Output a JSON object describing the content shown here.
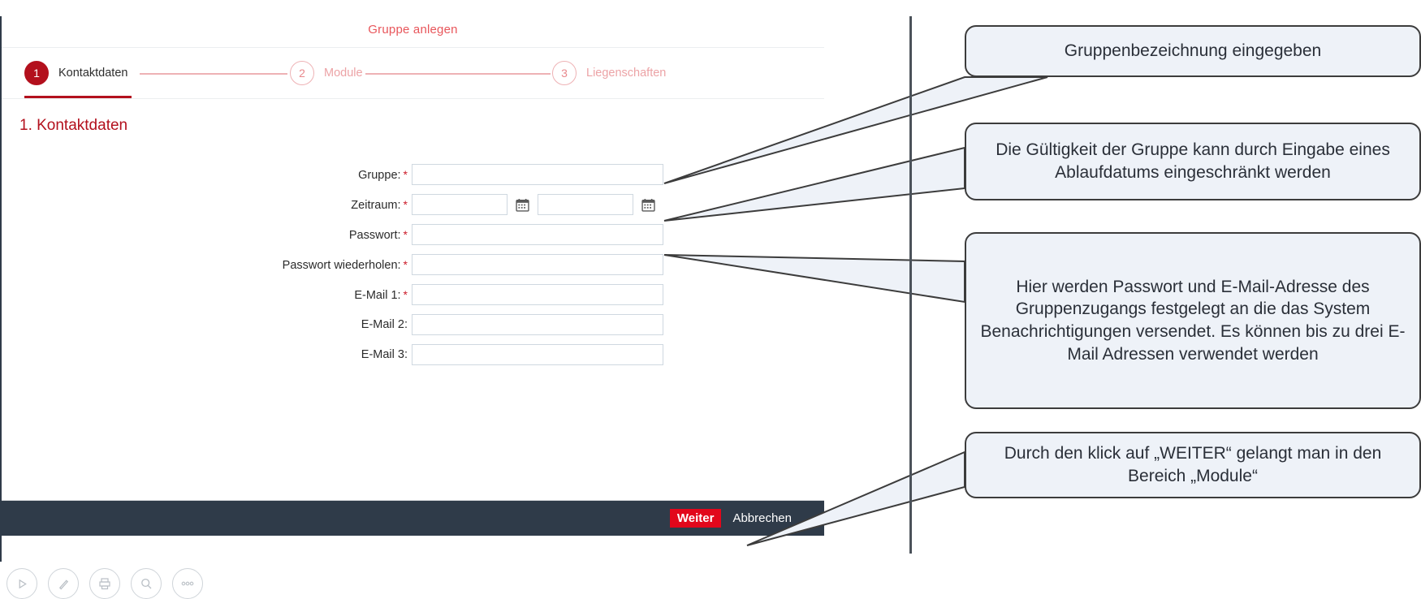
{
  "app": {
    "title": "Gruppe anlegen",
    "stepper": [
      {
        "num": "1",
        "label": "Kontaktdaten",
        "state": "active"
      },
      {
        "num": "2",
        "label": "Module",
        "state": "idle"
      },
      {
        "num": "3",
        "label": "Liegenschaften",
        "state": "idle"
      }
    ],
    "section_heading": "1. Kontaktdaten",
    "fields": [
      {
        "label": "Gruppe:",
        "required": true,
        "value": "",
        "type": "text"
      },
      {
        "label": "Zeitraum:",
        "required": true,
        "value": "",
        "value2": "",
        "type": "daterange"
      },
      {
        "label": "Passwort:",
        "required": true,
        "value": "",
        "type": "text"
      },
      {
        "label": "Passwort wiederholen:",
        "required": true,
        "value": "",
        "type": "text"
      },
      {
        "label": "E-Mail 1:",
        "required": true,
        "value": "",
        "type": "text"
      },
      {
        "label": "E-Mail 2:",
        "required": false,
        "value": "",
        "type": "text"
      },
      {
        "label": "E-Mail 3:",
        "required": false,
        "value": "",
        "type": "text"
      }
    ],
    "footer": {
      "primary_label": "Weiter",
      "secondary_label": "Abbrechen"
    },
    "toolbar_icons": [
      "play-icon",
      "pen-icon",
      "print-icon",
      "search-icon",
      "more-icon"
    ]
  },
  "callouts": [
    {
      "id": "callout-1",
      "text": "Gruppenbezeichnung eingegeben"
    },
    {
      "id": "callout-2",
      "text": "Die Gültigkeit der Gruppe kann durch Eingabe eines Ablaufdatums eingeschränkt werden"
    },
    {
      "id": "callout-3",
      "text": "Hier werden Passwort und E-Mail-Adresse des Gruppenzugangs festgelegt an die das System Benachrichtigungen versendet. Es können bis zu drei E-Mail Adressen verwendet werden"
    },
    {
      "id": "callout-4",
      "text": "Durch den klick auf „WEITER“ gelangt man in den Bereich „Module“"
    }
  ],
  "colors": {
    "brand_red": "#b3101d",
    "title_red": "#e8565b",
    "button_red": "#e2071b",
    "footer_dark": "#2f3b49",
    "callout_fill": "#eef2f8",
    "callout_border": "#3c3c3c"
  }
}
